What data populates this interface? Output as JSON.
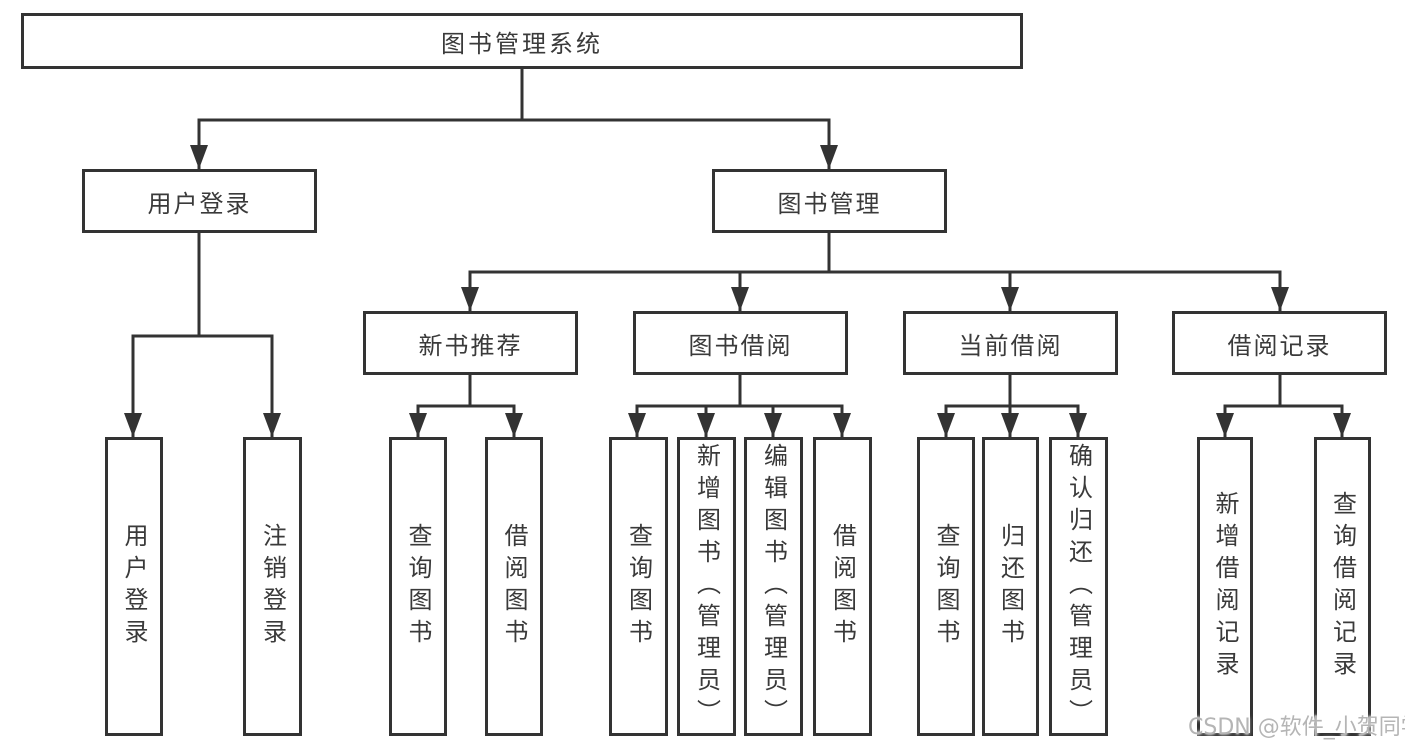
{
  "diagram_type": "functional-structure-tree",
  "colors": {
    "background": "#ffffff",
    "line": "#333333",
    "box_border": "#333333",
    "text": "#3a3a3a",
    "watermark": "#b5b5b5"
  },
  "tree": {
    "label": "图书管理系统",
    "children": [
      {
        "label": "用户登录",
        "children": [
          {
            "label": "用户登录"
          },
          {
            "label": "注销登录"
          }
        ]
      },
      {
        "label": "图书管理",
        "children": [
          {
            "label": "新书推荐",
            "children": [
              {
                "label": "查询图书"
              },
              {
                "label": "借阅图书"
              }
            ]
          },
          {
            "label": "图书借阅",
            "children": [
              {
                "label": "查询图书"
              },
              {
                "label": "新增图书（管理员）"
              },
              {
                "label": "编辑图书（管理员）"
              },
              {
                "label": "借阅图书"
              }
            ]
          },
          {
            "label": "当前借阅",
            "children": [
              {
                "label": "查询图书"
              },
              {
                "label": "归还图书"
              },
              {
                "label": "确认归还（管理员）"
              }
            ]
          },
          {
            "label": "借阅记录",
            "children": [
              {
                "label": "新增借阅记录"
              },
              {
                "label": "查询借阅记录"
              }
            ]
          }
        ]
      }
    ]
  },
  "watermark": {
    "text": "CSDN @软件_小贺同学"
  }
}
